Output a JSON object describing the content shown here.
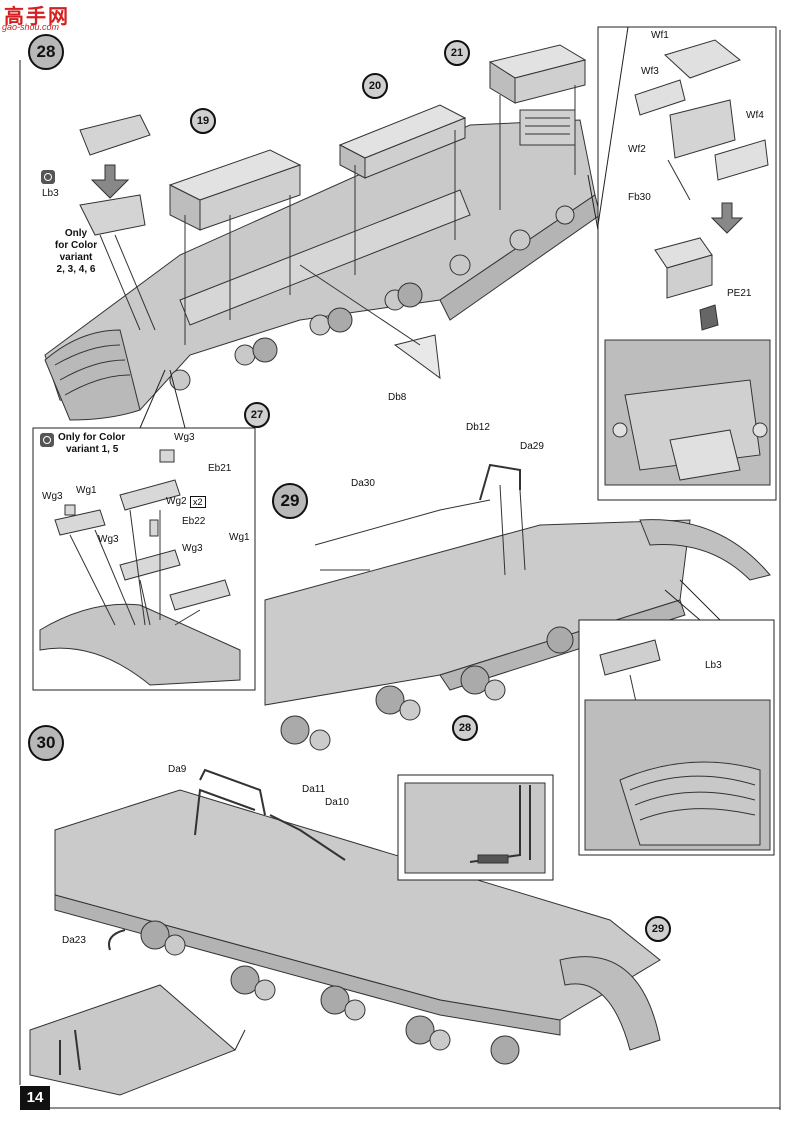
{
  "watermark": {
    "brand": "高手网",
    "site": "gao-shou.com"
  },
  "page_number": "14",
  "steps": {
    "s28": "28",
    "s29": "29",
    "s30": "30"
  },
  "refs": {
    "r19": "19",
    "r20": "20",
    "r21": "21",
    "r27": "27",
    "r28": "28",
    "r29": "29"
  },
  "notes": {
    "variant_2346": [
      "Only",
      "for Color",
      "variant",
      "2, 3, 4, 6"
    ],
    "variant_15": [
      "Only for Color",
      "variant 1, 5"
    ]
  },
  "parts": {
    "lb3_a": "Lb3",
    "db8": "Db8",
    "wf1": "Wf1",
    "wf3": "Wf3",
    "wf4": "Wf4",
    "wf2": "Wf2",
    "fb30": "Fb30",
    "pe21": "PE21",
    "wg3_a": "Wg3",
    "eb21": "Eb21",
    "wg3_b": "Wg3",
    "wg1_a": "Wg1",
    "wg2": "Wg2",
    "x2": "x2",
    "eb22": "Eb22",
    "wg3_c": "Wg3",
    "wg3_d": "Wg3",
    "wg1_b": "Wg1",
    "db12": "Db12",
    "da29": "Da29",
    "da30": "Da30",
    "lb3_b": "Lb3",
    "da9": "Da9",
    "da11": "Da11",
    "da10": "Da10",
    "da23": "Da23"
  }
}
